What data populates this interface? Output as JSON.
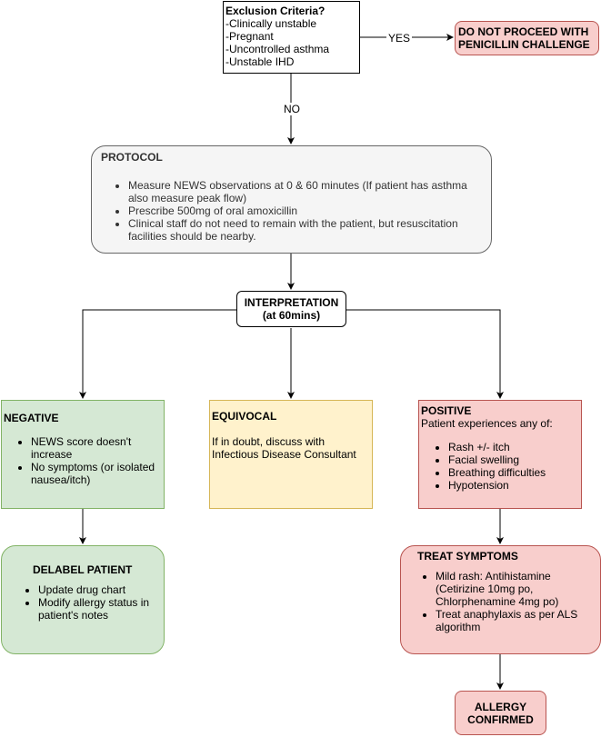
{
  "exclusion": {
    "title": "Exclusion Criteria?",
    "items": [
      "-Clinically unstable",
      "-Pregnant",
      "-Uncontrolled asthma",
      "-Unstable IHD"
    ]
  },
  "do_not_proceed": {
    "title": "DO NOT PROCEED WITH PENICILLIN CHALLENGE"
  },
  "edges": {
    "yes": "YES",
    "no": "NO"
  },
  "protocol": {
    "title": "PROTOCOL",
    "items": [
      "Measure NEWS observations at 0 & 60 minutes (If patient has asthma also measure peak flow)",
      "Prescribe 500mg of oral amoxicillin",
      "Clinical staff do not need to remain with the patient, but resuscitation facilities should be nearby."
    ]
  },
  "interpretation": {
    "title": "INTERPRETATION",
    "subtitle": "(at 60mins)"
  },
  "negative": {
    "title": "NEGATIVE",
    "items": [
      "NEWS score doesn't increase",
      "No symptoms (or isolated nausea/itch)"
    ]
  },
  "equivocal": {
    "title": "EQUIVOCAL",
    "body": "If in doubt, discuss with Infectious Disease Consultant"
  },
  "positive": {
    "title": "POSITIVE",
    "subtitle": "Patient experiences any of:",
    "items": [
      "Rash +/- itch",
      "Facial swelling",
      "Breathing difficulties",
      "Hypotension"
    ]
  },
  "delabel": {
    "title": "DELABEL PATIENT",
    "items": [
      "Update drug chart",
      "Modify allergy status in patient's notes"
    ]
  },
  "treat": {
    "title": "TREAT SYMPTOMS",
    "items": [
      "Mild rash: Antihistamine (Cetirizine 10mg po, Chlorphenamine 4mg po)",
      "Treat anaphylaxis as per ALS algorithm"
    ]
  },
  "allergy": {
    "title": "ALLERGY CONFIRMED"
  }
}
